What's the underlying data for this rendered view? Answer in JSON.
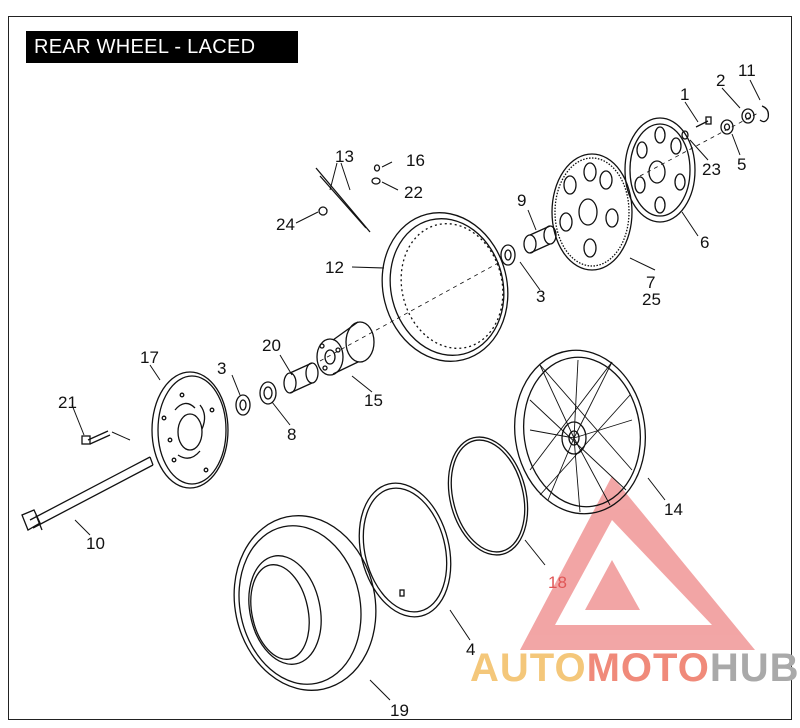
{
  "title": "REAR WHEEL - LACED",
  "part_numbers": {
    "n1": "1",
    "n2": "2",
    "n3a": "3",
    "n3b": "3",
    "n4": "4",
    "n5": "5",
    "n6": "6",
    "n7": "7",
    "n8": "8",
    "n9": "9",
    "n10": "10",
    "n11": "11",
    "n12": "12",
    "n13": "13",
    "n14": "14",
    "n15": "15",
    "n16": "16",
    "n17": "17",
    "n18": "18",
    "n19": "19",
    "n20": "20",
    "n21": "21",
    "n22": "22",
    "n23": "23",
    "n24": "24",
    "n25": "25"
  },
  "watermark": {
    "auto": "AUTO",
    "moto": "MOTO",
    "hub": "HUB"
  },
  "colors": {
    "line": "#111111",
    "watermark_red": "#e05555",
    "watermark_yellow": "#f4c77a",
    "watermark_gray": "#a9a9a9"
  }
}
